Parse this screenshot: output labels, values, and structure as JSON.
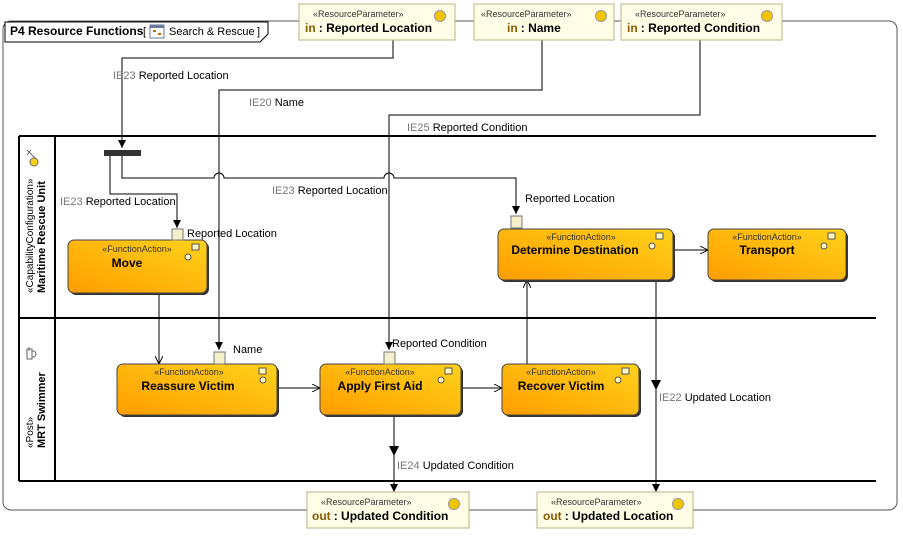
{
  "frame": {
    "title": "P4 Resource Functions",
    "tag_open": "[",
    "tag_text": "Search & Rescue",
    "tag_close": "]"
  },
  "stereotypes": {
    "resource_parameter": "«ResourceParameter»",
    "function_action": "«FunctionAction»",
    "capability_configuration": "«CapabilityConfiguration»",
    "post": "«Post»"
  },
  "parameters": {
    "in_reported_location": {
      "direction": "in",
      "name": ": Reported Location"
    },
    "in_name": {
      "direction": "in",
      "name": ": Name"
    },
    "in_reported_condition": {
      "direction": "in",
      "name": ": Reported Condition"
    },
    "out_updated_condition": {
      "direction": "out",
      "name": ": Updated Condition"
    },
    "out_updated_location": {
      "direction": "out",
      "name": ": Updated Location"
    }
  },
  "lanes": {
    "top": {
      "name": "Maritime Rescue Unit"
    },
    "bottom": {
      "name": "MRT Swimmer"
    }
  },
  "actions": {
    "move": "Move",
    "determine": "Determine Destination",
    "transport": "Transport",
    "reassure": "Reassure Victim",
    "first_aid": "Apply First Aid",
    "recover": "Recover Victim"
  },
  "pins": {
    "move_in": "Reported Location",
    "determine_in": "Reported Location",
    "reassure_in": "Name",
    "first_aid_in": "Reported Condition"
  },
  "flows": {
    "ie23_top": {
      "id": "IE23",
      "label": "Reported Location"
    },
    "ie20": {
      "id": "IE20",
      "label": "Name"
    },
    "ie25": {
      "id": "IE25",
      "label": "Reported Condition"
    },
    "ie23_mid": {
      "id": "IE23",
      "label": "Reported Location"
    },
    "ie23_left": {
      "id": "IE23",
      "label": "Reported Location"
    },
    "ie22": {
      "id": "IE22",
      "label": "Updated Location"
    },
    "ie24": {
      "id": "IE24",
      "label": "Updated Condition"
    }
  },
  "colors": {
    "action_fill_top": "#ffd21a",
    "action_fill_bottom": "#ff9d00",
    "param_fill": "#fffde6",
    "param_border": "#b9b38a",
    "param_marker": "#f5c400",
    "pin_fill": "#f4f0cc",
    "frame_border": "#555555",
    "direction_text": "#8a5a00"
  }
}
